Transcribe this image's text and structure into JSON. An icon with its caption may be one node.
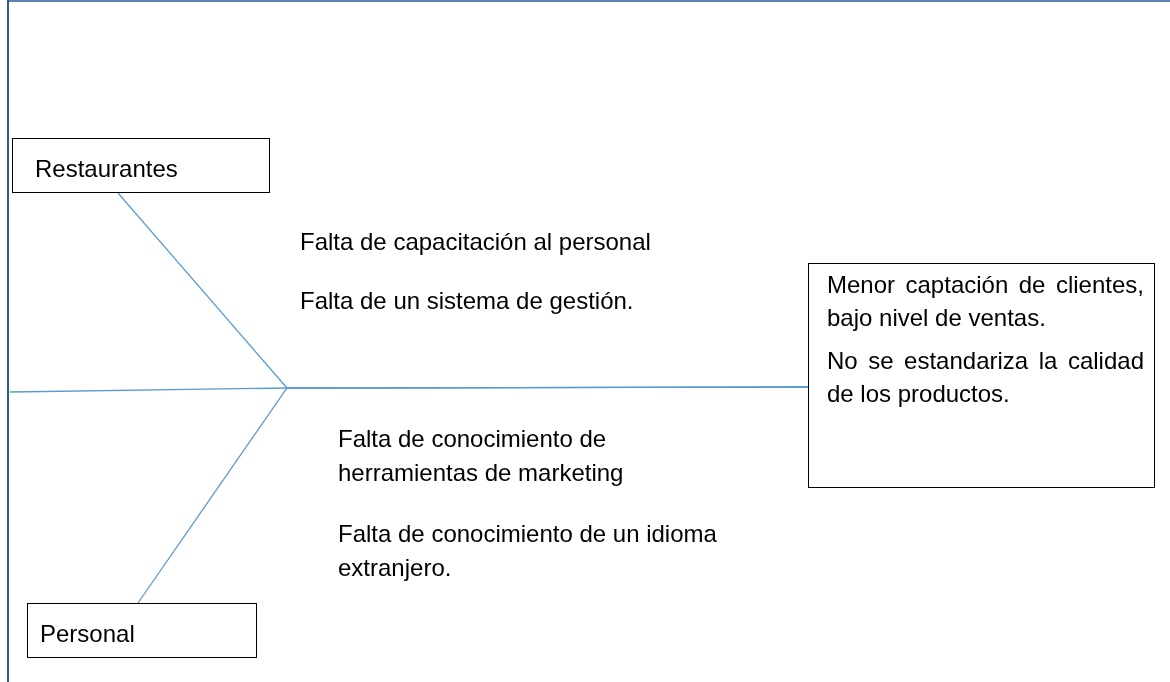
{
  "diagram": {
    "nodes": [
      {
        "text": [
          "Restaurantes"
        ]
      },
      {
        "text": [
          "Personal"
        ]
      },
      {
        "text": [
          "Menor captación de clientes, bajo nivel de ventas.",
          "No se estandariza la calidad de los productos."
        ]
      }
    ],
    "edges": [
      {
        "from": 0,
        "to": 2,
        "arrow": "none"
      },
      {
        "from": 1,
        "to": 2,
        "arrow": "none"
      },
      {
        "from": null,
        "to": 2,
        "arrow": "none"
      }
    ],
    "labels": [
      "Falta de capacitación al personal",
      "Falta de un sistema de gestión.",
      "Falta de conocimiento de herramientas de marketing",
      "Falta de conocimiento de un idioma extranjero."
    ]
  }
}
